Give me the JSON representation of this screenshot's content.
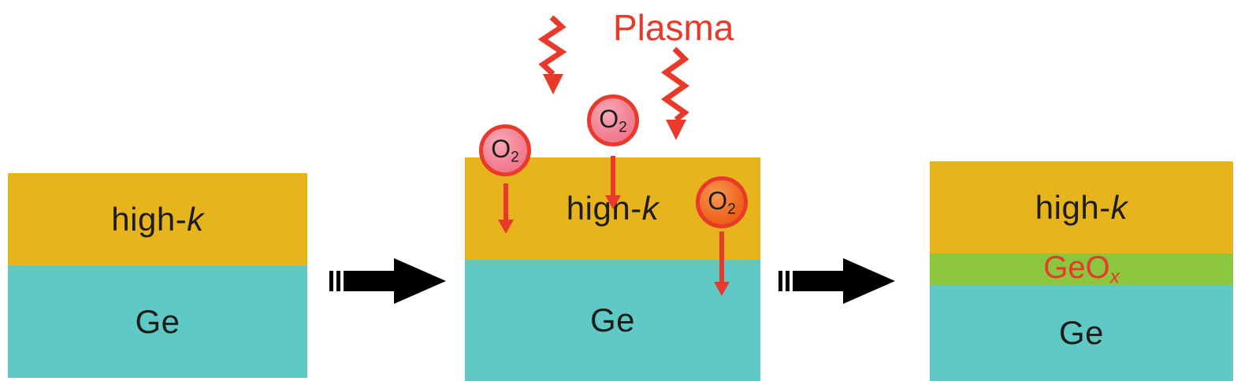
{
  "title": "Plasma post-oxidation of high-k / Ge gate stack (process schematic)",
  "labels": {
    "plasma": "Plasma",
    "high_k_prefix": "high-",
    "high_k_k": "k",
    "ge": "Ge",
    "o2_symbol": "O",
    "o2_subscript": "2",
    "geox_prefix": "GeO",
    "geox_subscript": "x"
  },
  "colors": {
    "high_k_layer": "#E7B41E",
    "ge_layer": "#5FC9C5",
    "geox_layer": "#8CC63E",
    "plasma_red": "#E8392B",
    "o2_fill_pink": "#F27E92",
    "o2_fill_orange": "#F0661F",
    "process_arrow": "#000000",
    "text": "#1d1d1b"
  },
  "panels": [
    {
      "position": "left",
      "layers": [
        "high-k",
        "Ge"
      ]
    },
    {
      "position": "middle",
      "layers": [
        "high-k",
        "Ge"
      ],
      "o2_molecule_count": 3,
      "plasma_zigzag_arrow_count": 2,
      "o2_diffusion_arrow_count": 3
    },
    {
      "position": "right",
      "layers": [
        "high-k",
        "GeOx",
        "Ge"
      ]
    }
  ]
}
